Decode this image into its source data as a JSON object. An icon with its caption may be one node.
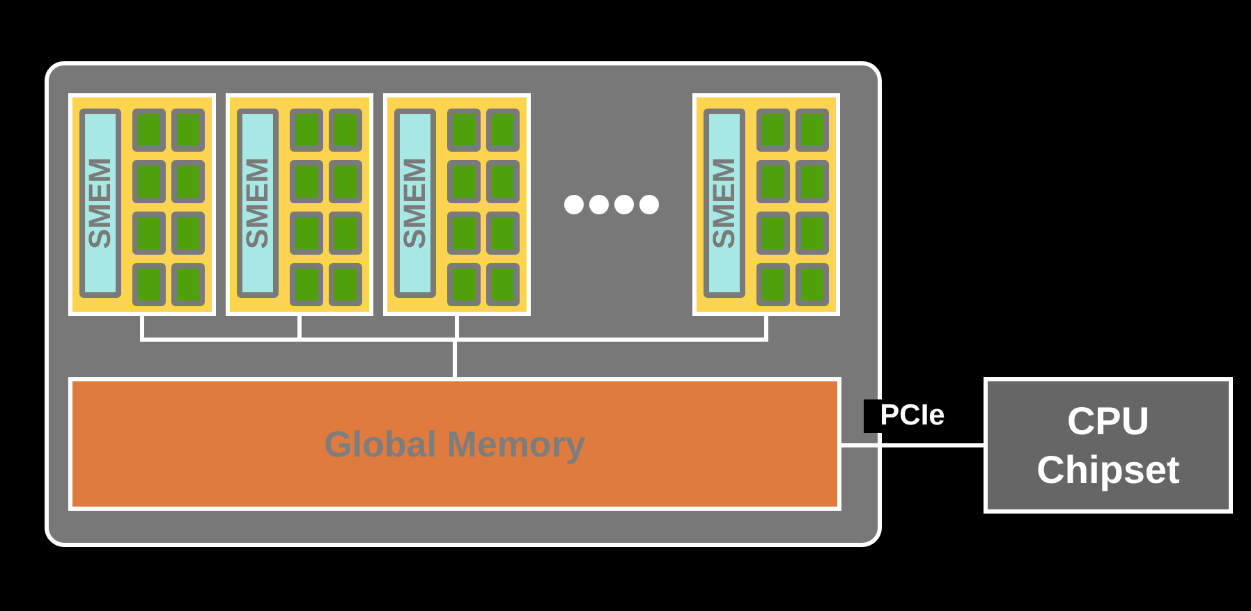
{
  "diagram": {
    "nodes": [
      {
        "text": [],
        "shape": "box"
      },
      {
        "text": [],
        "shape": "box",
        "in": 0
      },
      {
        "text": [
          "SMEM"
        ],
        "in": 1
      },
      {
        "text": [],
        "shape": "box",
        "in": 0
      },
      {
        "text": [
          "SMEM"
        ],
        "in": 3
      },
      {
        "text": [],
        "shape": "box",
        "in": 0
      },
      {
        "text": [
          "SMEM"
        ],
        "in": 5
      },
      {
        "text": [],
        "shape": "box",
        "in": 0
      },
      {
        "text": [
          "SMEM"
        ],
        "in": 7
      },
      {
        "text": [
          "Global Memory"
        ],
        "in": 0
      },
      {
        "text": [
          "CPU Chipset"
        ]
      }
    ],
    "edges": [
      {
        "from": 1,
        "to": 9,
        "arrow": "none"
      },
      {
        "from": 3,
        "to": 9,
        "arrow": "none"
      },
      {
        "from": 5,
        "to": 9,
        "arrow": "none"
      },
      {
        "from": 7,
        "to": 9,
        "arrow": "none"
      },
      {
        "from": 9,
        "to": 10,
        "label": "PCIe",
        "arrow": "none"
      }
    ]
  }
}
